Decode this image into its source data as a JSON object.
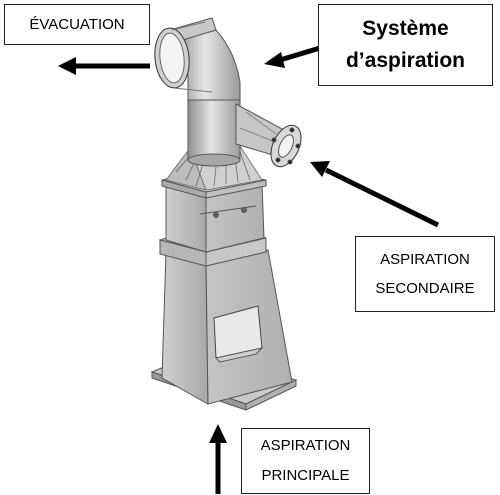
{
  "labels": {
    "evacuation": "ÉVACUATION",
    "title_line1": "Système",
    "title_line2": "d’aspiration",
    "secondary_line1": "ASPIRATION",
    "secondary_line2": "SECONDAIRE",
    "main_line1": "ASPIRATION",
    "main_line2": "PRINCIPALE"
  },
  "colors": {
    "metal_light": "#dcdcdc",
    "metal_mid": "#b8b8b8",
    "metal_dark": "#8c8c8c",
    "arrow": "#000000"
  }
}
